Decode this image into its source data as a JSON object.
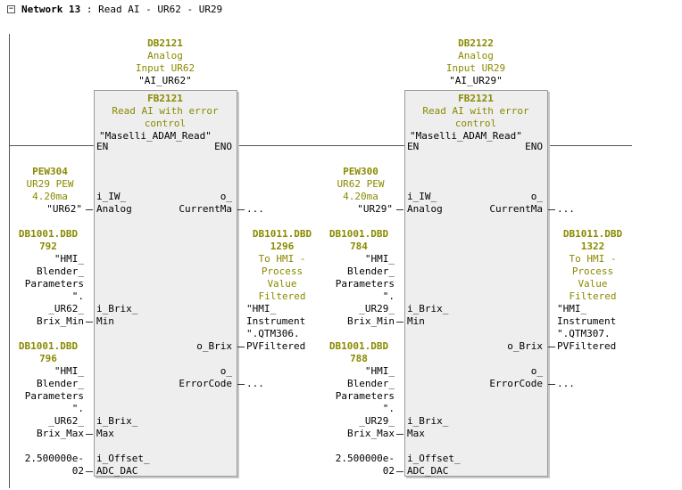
{
  "network": {
    "toggle_glyph": "−",
    "title": "Network 13",
    "separator": ":",
    "comment": "Read AI - UR62 - UR29"
  },
  "blocks": [
    {
      "db_number": "DB2121",
      "db_comment_1": "Analog",
      "db_comment_2": "Input UR62",
      "db_symbol": "\"AI_UR62\"",
      "fb_number": "FB2121",
      "fb_comment_1": "Read AI with error",
      "fb_comment_2": "control",
      "fb_symbol": "\"Maselli_ADAM_Read\"",
      "en": "EN",
      "eno": "ENO",
      "in_iw": {
        "addr": "PEW304",
        "comment_1": "UR29 PEW",
        "comment_2": "4.20ma",
        "symbol": "\"UR62\"",
        "pin_1": "i_IW_",
        "pin_2": "Analog"
      },
      "in_brix_min": {
        "addr_1": "DB1001.DBD",
        "addr_2": "792",
        "sym_1": "\"HMI_",
        "sym_2": "Blender_",
        "sym_3": "Parameters",
        "sym_4": "\".",
        "sym_5": "_UR62_",
        "sym_6": "Brix_Min",
        "pin_1": "i_Brix_",
        "pin_2": "Min"
      },
      "in_brix_max": {
        "addr_1": "DB1001.DBD",
        "addr_2": "796",
        "sym_1": "\"HMI_",
        "sym_2": "Blender_",
        "sym_3": "Parameters",
        "sym_4": "\".",
        "sym_5": "_UR62_",
        "sym_6": "Brix_Max",
        "pin_1": "i_Brix_",
        "pin_2": "Max"
      },
      "in_offset": {
        "value_1": "2.500000e-",
        "value_2": "02",
        "pin_1": "i_Offset_",
        "pin_2": "ADC_DAC"
      },
      "out_current": {
        "pin_1": "o_",
        "pin_2": "CurrentMa",
        "value": "..."
      },
      "out_brix": {
        "pin": "o_Brix",
        "addr_1": "DB1011.DBD",
        "addr_2": "1296",
        "comment_1": "To HMI -",
        "comment_2": "Process",
        "comment_3": "Value",
        "comment_4": "Filtered",
        "sym_1": "\"HMI_",
        "sym_2": "Instrument",
        "sym_3": "\".QTM306.",
        "sym_4": "PVFiltered"
      },
      "out_error": {
        "pin_1": "o_",
        "pin_2": "ErrorCode",
        "value": "..."
      }
    },
    {
      "db_number": "DB2122",
      "db_comment_1": "Analog",
      "db_comment_2": "Input UR29",
      "db_symbol": "\"AI_UR29\"",
      "fb_number": "FB2121",
      "fb_comment_1": "Read AI with error",
      "fb_comment_2": "control",
      "fb_symbol": "\"Maselli_ADAM_Read\"",
      "en": "EN",
      "eno": "ENO",
      "in_iw": {
        "addr": "PEW300",
        "comment_1": "UR62 PEW",
        "comment_2": "4.20ma",
        "symbol": "\"UR29\"",
        "pin_1": "i_IW_",
        "pin_2": "Analog"
      },
      "in_brix_min": {
        "addr_1": "DB1001.DBD",
        "addr_2": "784",
        "sym_1": "\"HMI_",
        "sym_2": "Blender_",
        "sym_3": "Parameters",
        "sym_4": "\".",
        "sym_5": "_UR29_",
        "sym_6": "Brix_Min",
        "pin_1": "i_Brix_",
        "pin_2": "Min"
      },
      "in_brix_max": {
        "addr_1": "DB1001.DBD",
        "addr_2": "788",
        "sym_1": "\"HMI_",
        "sym_2": "Blender_",
        "sym_3": "Parameters",
        "sym_4": "\".",
        "sym_5": "_UR29_",
        "sym_6": "Brix_Max",
        "pin_1": "i_Brix_",
        "pin_2": "Max"
      },
      "in_offset": {
        "value_1": "2.500000e-",
        "value_2": "02",
        "pin_1": "i_Offset_",
        "pin_2": "ADC_DAC"
      },
      "out_current": {
        "pin_1": "o_",
        "pin_2": "CurrentMa",
        "value": "..."
      },
      "out_brix": {
        "pin": "o_Brix",
        "addr_1": "DB1011.DBD",
        "addr_2": "1322",
        "comment_1": "To HMI -",
        "comment_2": "Process",
        "comment_3": "Value",
        "comment_4": "Filtered",
        "sym_1": "\"HMI_",
        "sym_2": "Instrument",
        "sym_3": "\".QTM307.",
        "sym_4": "PVFiltered"
      },
      "out_error": {
        "pin_1": "o_",
        "pin_2": "ErrorCode",
        "value": "..."
      }
    }
  ]
}
